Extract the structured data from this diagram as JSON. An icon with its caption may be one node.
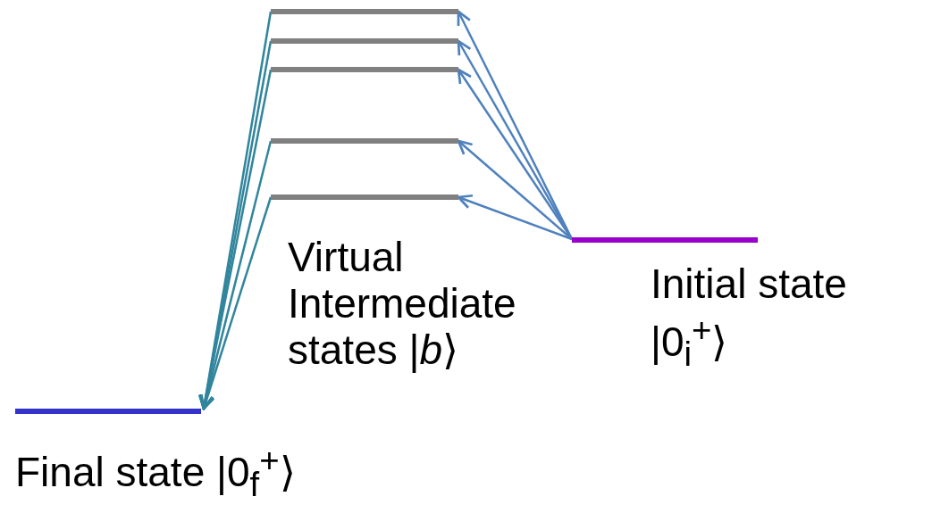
{
  "diagram": {
    "nodes": [
      {
        "text": [],
        "shape": "bar"
      },
      {
        "text": [],
        "shape": "bar"
      },
      {
        "text": [],
        "shape": "bar"
      },
      {
        "text": [],
        "shape": "bar"
      },
      {
        "text": [],
        "shape": "bar"
      },
      {
        "text": [
          "Initial state |0$_{i}$$^{+}$⟩"
        ]
      },
      {
        "text": [
          "Final state |0$_{f}$$^{+}$⟩"
        ]
      }
    ],
    "edges": [
      {
        "from": 5,
        "to": 0,
        "arrow": "to",
        "color": "#4f81bd"
      },
      {
        "from": 5,
        "to": 1,
        "arrow": "to",
        "color": "#4f81bd"
      },
      {
        "from": 5,
        "to": 2,
        "arrow": "to",
        "color": "#4f81bd"
      },
      {
        "from": 5,
        "to": 3,
        "arrow": "to",
        "color": "#4f81bd"
      },
      {
        "from": 5,
        "to": 4,
        "arrow": "to",
        "color": "#4f81bd"
      },
      {
        "from": 0,
        "to": 6,
        "arrow": "to",
        "color": "#31859c"
      },
      {
        "from": 1,
        "to": 6,
        "arrow": "to",
        "color": "#31859c"
      },
      {
        "from": 2,
        "to": 6,
        "arrow": "to",
        "color": "#31859c"
      },
      {
        "from": 3,
        "to": 6,
        "arrow": "to",
        "color": "#31859c"
      },
      {
        "from": 4,
        "to": 6,
        "arrow": "to",
        "color": "#31859c"
      }
    ],
    "labels": [
      "Virtual Intermediate states |*b*⟩"
    ]
  }
}
